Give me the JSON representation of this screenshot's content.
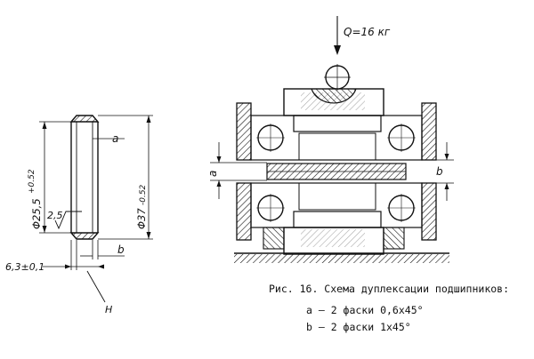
{
  "labels": {
    "load": "Q=16 кг",
    "a_left": "a",
    "b_left": "b",
    "a_right": "a",
    "b_right": "b",
    "dim_inner": "Φ25,5",
    "dim_inner_tol": "+0.52",
    "dim_outer": "Φ37",
    "dim_outer_tol": "-0.52",
    "roughness": "2,5",
    "width": "6,3±0,1",
    "h_mark": "H"
  },
  "caption": {
    "title": "Рис. 16. Схема дуплексации подшипников:",
    "line_a": "a – 2 фаски 0,6x45°",
    "line_b": "b – 2 фаски 1x45°"
  }
}
